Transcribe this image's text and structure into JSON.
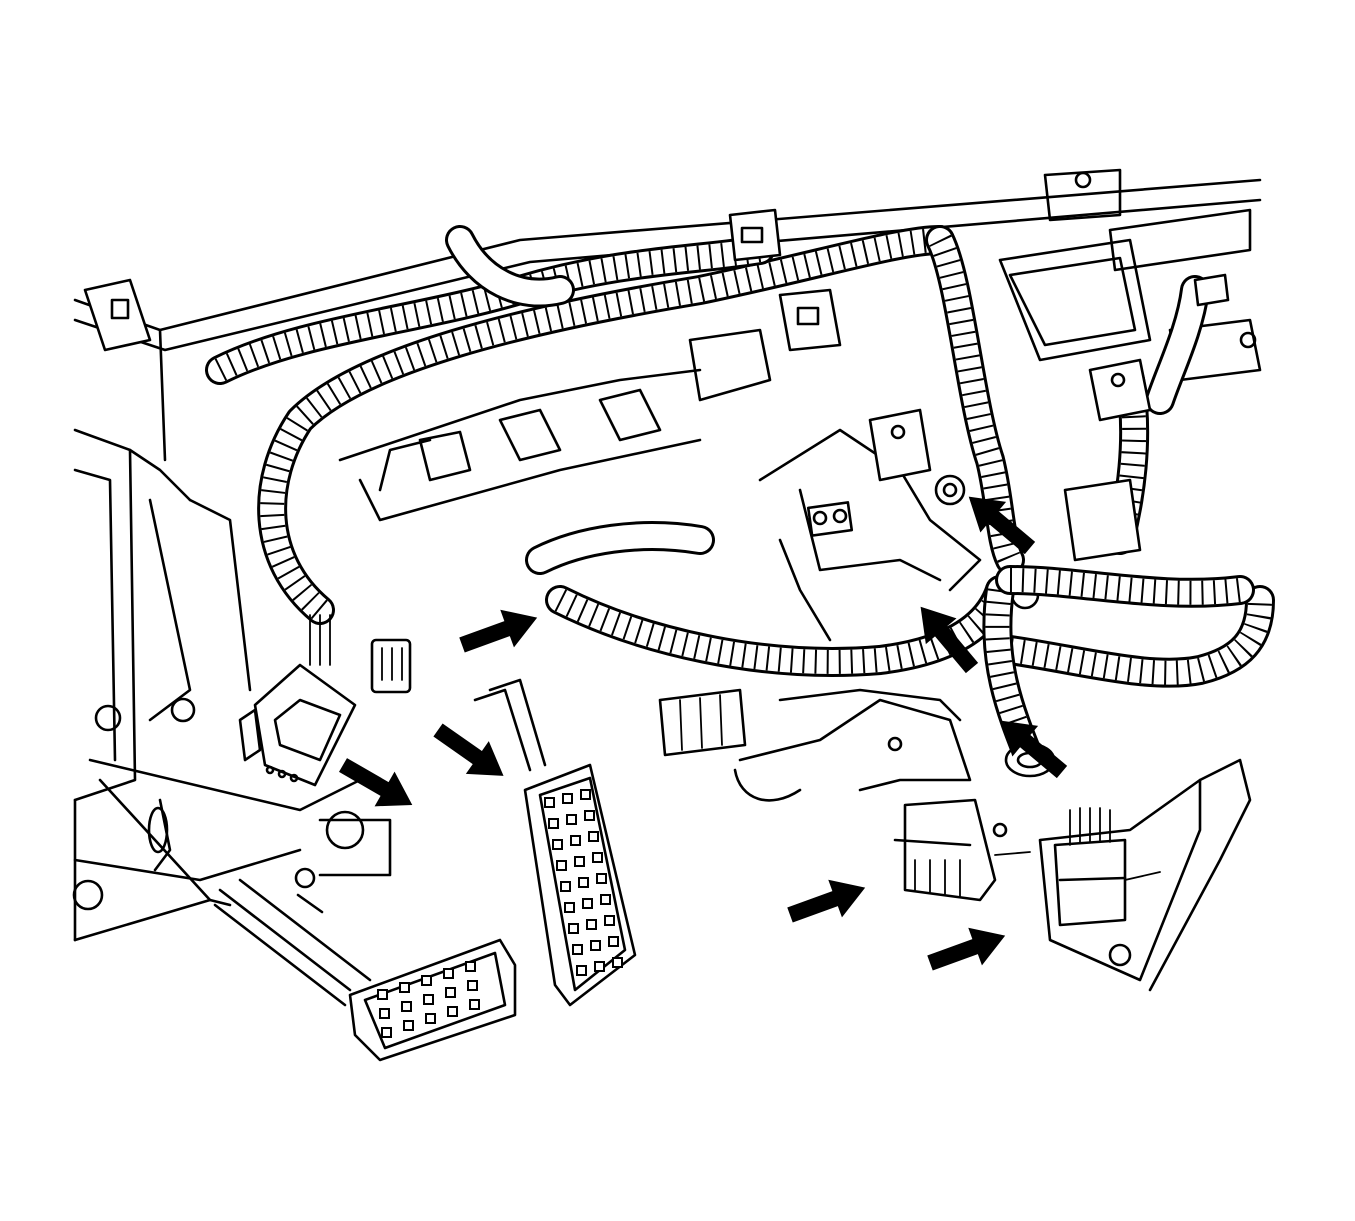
{
  "colors": {
    "line": "#000000",
    "background": "#ffffff",
    "arrow": "#000000"
  },
  "arrows": [
    {
      "id": "arrow-harness-upper-left",
      "label": ""
    },
    {
      "id": "arrow-harness-mid-left",
      "label": ""
    },
    {
      "id": "arrow-connector-left",
      "label": ""
    },
    {
      "id": "arrow-grommet-right",
      "label": ""
    },
    {
      "id": "arrow-connector-center-right",
      "label": ""
    },
    {
      "id": "arrow-connector-lower-right",
      "label": ""
    },
    {
      "id": "arrow-connector-bottom-a",
      "label": ""
    },
    {
      "id": "arrow-connector-bottom-b",
      "label": ""
    }
  ]
}
